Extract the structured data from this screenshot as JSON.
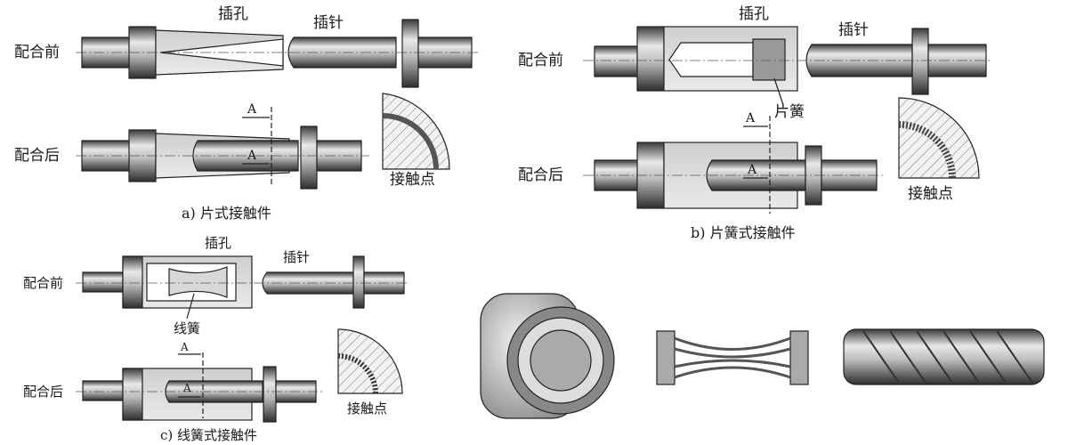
{
  "panel_a": {
    "socket": "插孔",
    "pin": "插针",
    "before": "配合前",
    "after": "配合后",
    "section_top": "A",
    "section_bottom": "A",
    "contact": "接触点",
    "caption": "a) 片式接触件"
  },
  "panel_b": {
    "socket": "插孔",
    "pin": "插针",
    "before": "配合前",
    "after": "配合后",
    "spring": "片簧",
    "section_top": "A",
    "section_bottom": "A",
    "contact": "接触点",
    "caption": "b) 片簧式接触件"
  },
  "panel_c": {
    "socket": "插孔",
    "pin": "插针",
    "before": "配合前",
    "after": "配合后",
    "spring": "线簧",
    "section_top": "A",
    "section_bottom": "A",
    "contact": "接触点",
    "caption": "c) 线簧式接触件"
  }
}
